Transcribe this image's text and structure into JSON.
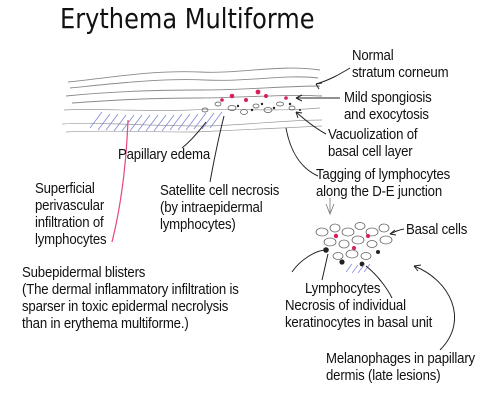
{
  "title": "Erythema Multiforme",
  "labels": {
    "normal_sc": [
      "Normal",
      "stratum corneum"
    ],
    "spongiosis": [
      "Mild spongiosis",
      "and exocytosis"
    ],
    "vacuolization": [
      "Vacuolization of",
      "basal cell layer"
    ],
    "papillary_edema": [
      "Papillary edema"
    ],
    "tagging": [
      "Tagging of lymphocytes",
      "along the D-E junction"
    ],
    "superficial": [
      "Superficial",
      "perivascular",
      "infiltration of",
      "lymphocytes"
    ],
    "satellite": [
      "Satellite cell necrosis",
      "(by intraepidermal",
      "lymphocytes)"
    ],
    "basal_cells": [
      "Basal cells"
    ],
    "subepidermal": [
      "Subepidermal blisters",
      "(The dermal inflammatory infiltration is",
      "sparser in toxic epidermal necrolysis",
      "than in erythema multiforme.)"
    ],
    "lymphocytes": [
      "Lymphocytes"
    ],
    "necrosis": [
      "Necrosis of individual",
      "keratinocytes in basal unit"
    ],
    "melanophages": [
      "Melanophages in papillary",
      "dermis (late lesions)"
    ]
  },
  "colors": {
    "ink": "#111111",
    "pencil": "#8a8a8a",
    "blue_hatch": "#7f86d8",
    "red": "#d81e5b",
    "pink_line": "#e8467a"
  }
}
